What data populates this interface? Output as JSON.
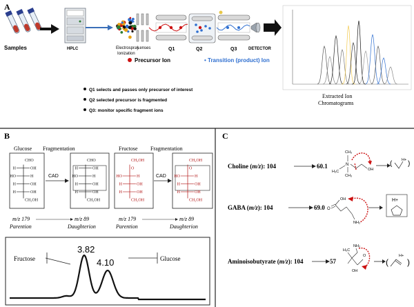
{
  "panel_a": {
    "letter": "A",
    "labels": {
      "samples": "Samples",
      "hplc": "HPLC",
      "esi_line1": "Electrospray",
      "esi_line2": "Ionization",
      "lenses": "Lenses",
      "q1": "Q1",
      "q2": "Q2",
      "q3": "Q3",
      "detector": "DETECTOR"
    },
    "legend": {
      "precursor": "Precursor Ion",
      "transition": "Transition (product) Ion"
    },
    "bullets": [
      "Q1 selects and passes only precursor of interest",
      "Q2 selected precursor is fragmented",
      "Q3: monitor specific fragment ions"
    ],
    "chromatogram_caption_line1": "Extracted Ion",
    "chromatogram_caption_line2": "Chromatograms",
    "colors": {
      "precursor": "#cc1111",
      "transition": "#2f6fd0"
    }
  },
  "panel_b": {
    "letter": "B",
    "glucose_title": "Glucose",
    "fragmentation_1": "Fragmentation",
    "fructose_title": "Fructose",
    "fragmentation_2": "Fragmentation",
    "cad_1": "CAD",
    "cad_2": "CAD",
    "glucose_rows": [
      [
        "",
        "CHO"
      ],
      [
        "H",
        "OH"
      ],
      [
        "HO",
        "H"
      ],
      [
        "H",
        "OH"
      ],
      [
        "H",
        "OH"
      ],
      [
        "",
        "CH₂OH"
      ]
    ],
    "glucose_frag_rows": [
      [
        "",
        "CHO"
      ],
      [
        "H",
        "OH"
      ],
      [
        "HO",
        "H"
      ],
      [
        "H",
        "OH"
      ],
      [
        "H",
        "OH"
      ],
      [
        "",
        "CH₂OH"
      ]
    ],
    "fructose_rows": [
      [
        "",
        "CH₂OH"
      ],
      [
        "",
        "O"
      ],
      [
        "HO",
        "H"
      ],
      [
        "H",
        "OH"
      ],
      [
        "H",
        "OH"
      ],
      [
        "",
        "CH₂OH"
      ]
    ],
    "fructose_frag_rows": [
      [
        "",
        "CH₂OH"
      ],
      [
        "",
        "O"
      ],
      [
        "HO",
        "H"
      ],
      [
        "H",
        "OH"
      ],
      [
        "H",
        "OH"
      ],
      [
        "",
        "CH₂OH"
      ]
    ],
    "mz_parent_1": "m/z 179",
    "parention_1": "Parention",
    "mz_daughter_1": "m/z 89",
    "daughterion_1": "Daughterion",
    "mz_parent_2": "m/z 179",
    "parention_2": "Parention",
    "mz_daughter_2": "m/z 89",
    "daughterion_2": "Daughterion",
    "peak1_rt": "3.82",
    "peak2_rt": "4.10",
    "peak_label_fructose": "Fructose",
    "peak_label_glucose": "Glucose",
    "colors": {
      "fructose": "#b01010"
    }
  },
  "panel_c": {
    "letter": "C",
    "rows": [
      {
        "name": "Choline",
        "mz_label": "m/z",
        "suffix": ": 104",
        "product": "60.1",
        "groups": [
          "CH₃",
          "H₃C",
          "CH₃",
          "N",
          "OH",
          "H+"
        ]
      },
      {
        "name": "GABA",
        "mz_label": "m/z",
        "suffix": ": 104",
        "product": "69.0",
        "groups": [
          "O",
          "OH",
          "NH₂",
          "H+"
        ]
      },
      {
        "name": "Aminoisobutyrate",
        "mz_label": "m/z",
        "suffix": ": 104",
        "product": "57",
        "groups": [
          "H₃C",
          "NH₂",
          "OH",
          "O",
          "H+"
        ]
      }
    ],
    "arrow_color": "#cc1111"
  }
}
